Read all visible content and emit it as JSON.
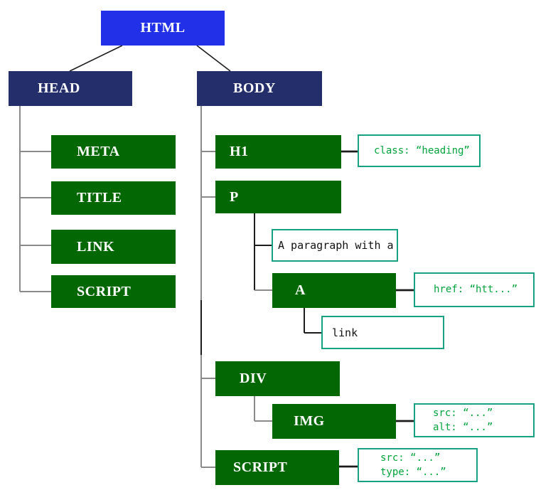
{
  "diagram": {
    "type": "tree",
    "description": "HTML document DOM tree",
    "nodes": {
      "html": "HTML",
      "head": "HEAD",
      "body": "BODY",
      "meta": "META",
      "title": "TITLE",
      "link": "LINK",
      "script_head": "SCRIPT",
      "h1": "H1",
      "p": "P",
      "a": "A",
      "div": "DIV",
      "img": "IMG",
      "script_body": "SCRIPT"
    },
    "text_nodes": {
      "p_text": "A paragraph with a",
      "a_text": "link"
    },
    "annotations": {
      "h1": "class: “heading”",
      "a": "href: “htt...”",
      "img": [
        "src: “...”",
        "alt: “...”"
      ],
      "script": [
        "src: “...”",
        "type: “...”"
      ]
    },
    "edges": [
      [
        "HTML",
        "HEAD"
      ],
      [
        "HTML",
        "BODY"
      ],
      [
        "HEAD",
        "META"
      ],
      [
        "HEAD",
        "TITLE"
      ],
      [
        "HEAD",
        "LINK"
      ],
      [
        "HEAD",
        "SCRIPT"
      ],
      [
        "BODY",
        "H1"
      ],
      [
        "BODY",
        "P"
      ],
      [
        "BODY",
        "DIV"
      ],
      [
        "BODY",
        "SCRIPT"
      ],
      [
        "P",
        "A paragraph with a"
      ],
      [
        "P",
        "A"
      ],
      [
        "A",
        "link"
      ],
      [
        "DIV",
        "IMG"
      ]
    ],
    "colors": {
      "root-fill": "#2231e8",
      "section-fill": "#232e6b",
      "element-fill": "#036703",
      "attr-border": "#17a183",
      "attr-text": "#00a33c",
      "edge-gray": "#8a8a8a",
      "edge-dark": "#1c1c1c"
    }
  }
}
